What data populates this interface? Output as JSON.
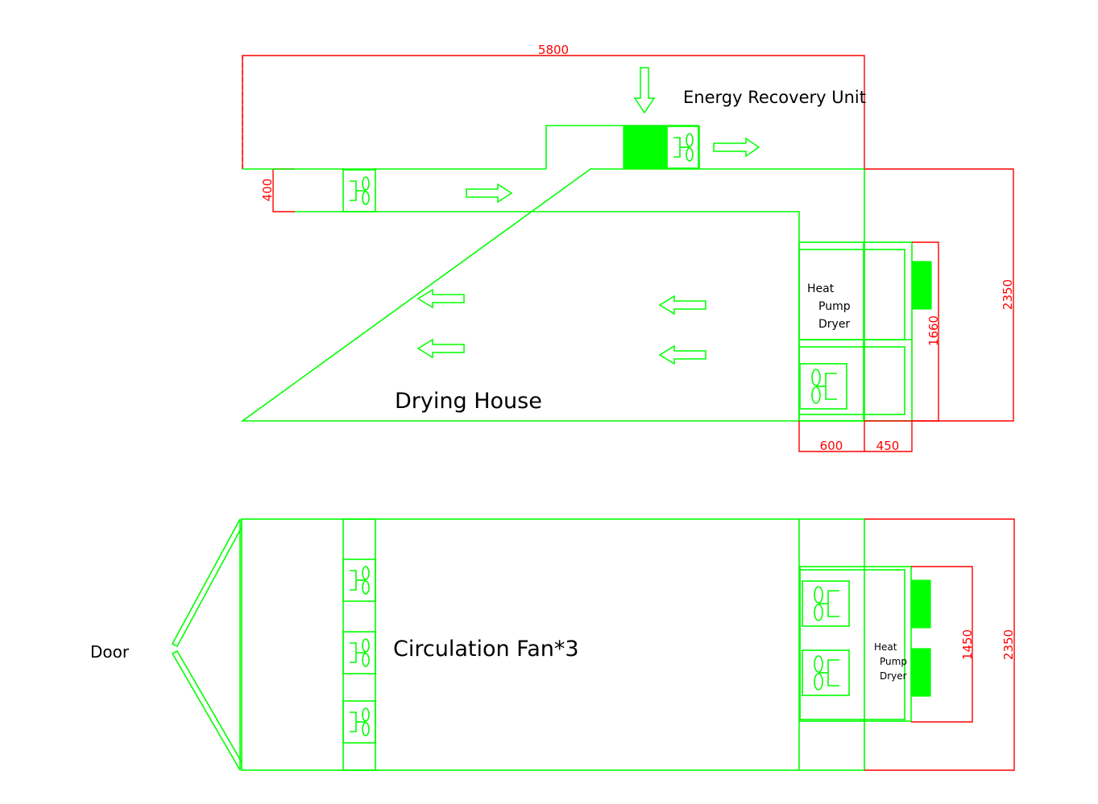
{
  "labels": {
    "energy_recovery": "Energy Recovery Unit",
    "drying_house": "Drying House",
    "heat_pump_top": [
      "Heat",
      "Pump",
      "Dryer"
    ],
    "heat_pump_bottom": [
      "Heat",
      "Pump",
      "Dryer"
    ],
    "circulation": "Circulation Fan*3",
    "door": "Door"
  },
  "dimensions": {
    "length": "5800",
    "duct_height": "400",
    "width_top": "2350",
    "dryer_height_top": "1660",
    "dryer_depth": "600",
    "unit_depth": "450",
    "dryer_height_bottom": "1450",
    "width_bottom": "2350"
  },
  "colors": {
    "equipment": "#00ff00",
    "dimension": "#ff0000",
    "text": "#000000",
    "background": "#ffffff"
  }
}
